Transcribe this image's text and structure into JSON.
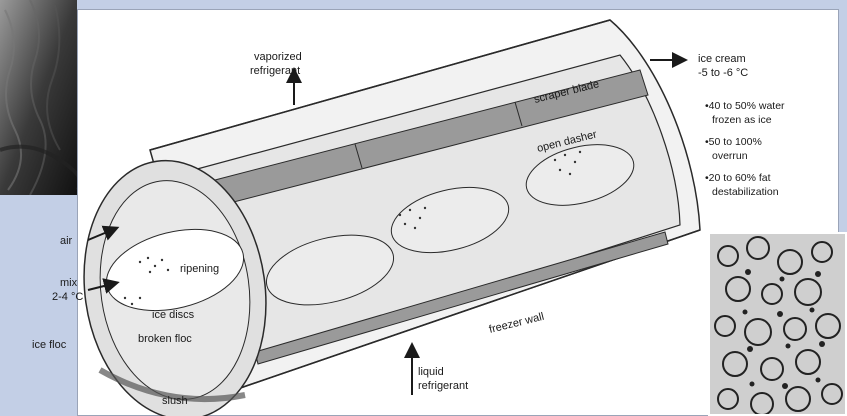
{
  "labels": {
    "vaporized_line1": "vaporized",
    "vaporized_line2": "refrigerant",
    "scraper_blade": "scraper blade",
    "open_dasher": "open dasher",
    "ice_cream_line1": "ice cream",
    "ice_cream_line2": "-5 to -6 °C",
    "bullet1_line1": "•40 to 50% water",
    "bullet1_line2": "frozen as ice",
    "bullet2_line1": "•50 to 100%",
    "bullet2_line2": "overrun",
    "bullet3_line1": "•20 to 60% fat",
    "bullet3_line2": "destabilization",
    "air": "air",
    "mix_line1": "mix",
    "mix_line2": "2-4 °C",
    "ripening": "ripening",
    "ice_discs": "ice discs",
    "broken_floc": "broken floc",
    "ice_floc": "ice floc",
    "slush": "slush",
    "freezer_wall": "freezer wall",
    "liquid_line1": "liquid",
    "liquid_line2": "refrigerant"
  },
  "colors": {
    "background": "#c3cfe6",
    "panel": "#ffffff",
    "cylinder_fill": "#e6e6e6",
    "blade_fill": "#9a9a9a",
    "line": "#2a2a2a"
  }
}
